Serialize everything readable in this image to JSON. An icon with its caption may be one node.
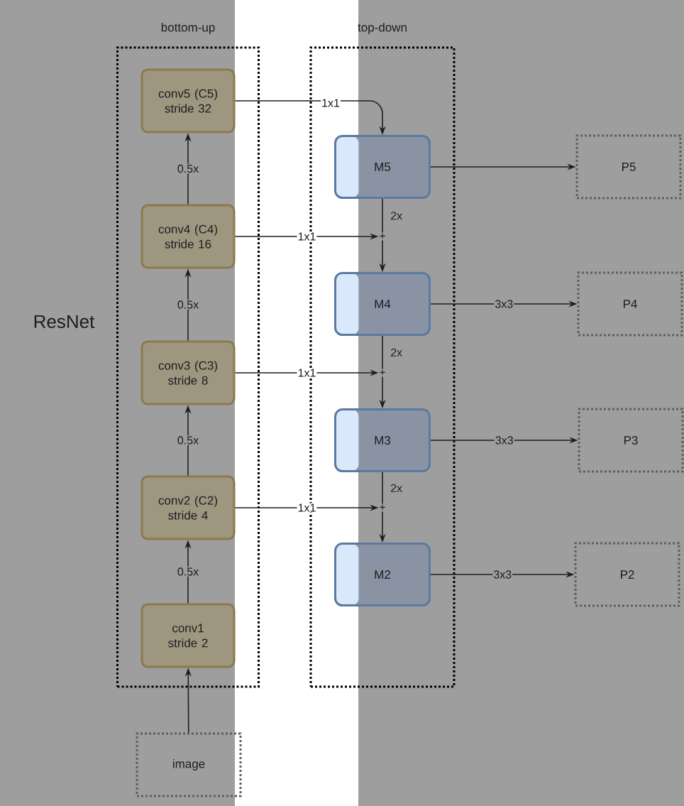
{
  "diagram": {
    "nodes": [
      {
        "text": [
          "bottom-up"
        ]
      },
      {
        "text": [
          "top-down"
        ]
      },
      {
        "text": [
          "conv5 (C5) stride 32"
        ],
        "in": 0
      },
      {
        "text": [
          "conv4 (C4) stride 16"
        ],
        "in": 0
      },
      {
        "text": [
          "conv3 (C3) stride 8"
        ],
        "in": 0
      },
      {
        "text": [
          "conv2 (C2) stride 4"
        ],
        "in": 0
      },
      {
        "text": [
          "conv1 stride 2"
        ],
        "in": 0
      },
      {
        "text": [
          "image"
        ]
      },
      {
        "text": [
          "M5"
        ],
        "in": 1
      },
      {
        "text": [
          "M4"
        ],
        "in": 1
      },
      {
        "text": [
          "M3"
        ],
        "in": 1
      },
      {
        "text": [
          "M2"
        ],
        "in": 1
      },
      {
        "text": [
          "P5"
        ]
      },
      {
        "text": [
          "P4"
        ]
      },
      {
        "text": [
          "P3"
        ]
      },
      {
        "text": [
          "P2"
        ]
      },
      {
        "text": [
          "+"
        ],
        "in": 1
      },
      {
        "text": [
          "+"
        ],
        "in": 1
      },
      {
        "text": [
          "+"
        ],
        "in": 1
      }
    ],
    "edges": [
      {
        "from": 7,
        "to": 6,
        "arrow": "to"
      },
      {
        "from": 6,
        "to": 5,
        "arrow": "to",
        "label": "0.5x"
      },
      {
        "from": 5,
        "to": 4,
        "arrow": "to",
        "label": "0.5x"
      },
      {
        "from": 4,
        "to": 3,
        "arrow": "to",
        "label": "0.5x"
      },
      {
        "from": 3,
        "to": 2,
        "arrow": "to",
        "label": "0.5x"
      },
      {
        "from": 2,
        "to": 8,
        "arrow": "to",
        "label": "1x1"
      },
      {
        "from": 3,
        "to": 16,
        "arrow": "to",
        "label": "1x1"
      },
      {
        "from": 8,
        "to": 16,
        "arrow": "none",
        "label": "2x"
      },
      {
        "from": 16,
        "to": 9,
        "arrow": "to"
      },
      {
        "from": 4,
        "to": 17,
        "arrow": "to",
        "label": "1x1"
      },
      {
        "from": 9,
        "to": 17,
        "arrow": "none",
        "label": "2x"
      },
      {
        "from": 17,
        "to": 10,
        "arrow": "to"
      },
      {
        "from": 5,
        "to": 18,
        "arrow": "to",
        "label": "1x1"
      },
      {
        "from": 10,
        "to": 18,
        "arrow": "none",
        "label": "2x"
      },
      {
        "from": 18,
        "to": 11,
        "arrow": "to"
      },
      {
        "from": 8,
        "to": 12,
        "arrow": "to"
      },
      {
        "from": 9,
        "to": 13,
        "arrow": "to",
        "label": "3x3"
      },
      {
        "from": 10,
        "to": 14,
        "arrow": "to",
        "label": "3x3"
      },
      {
        "from": 11,
        "to": 15,
        "arrow": "to",
        "label": "3x3"
      }
    ],
    "labels": [
      "ResNet"
    ]
  }
}
